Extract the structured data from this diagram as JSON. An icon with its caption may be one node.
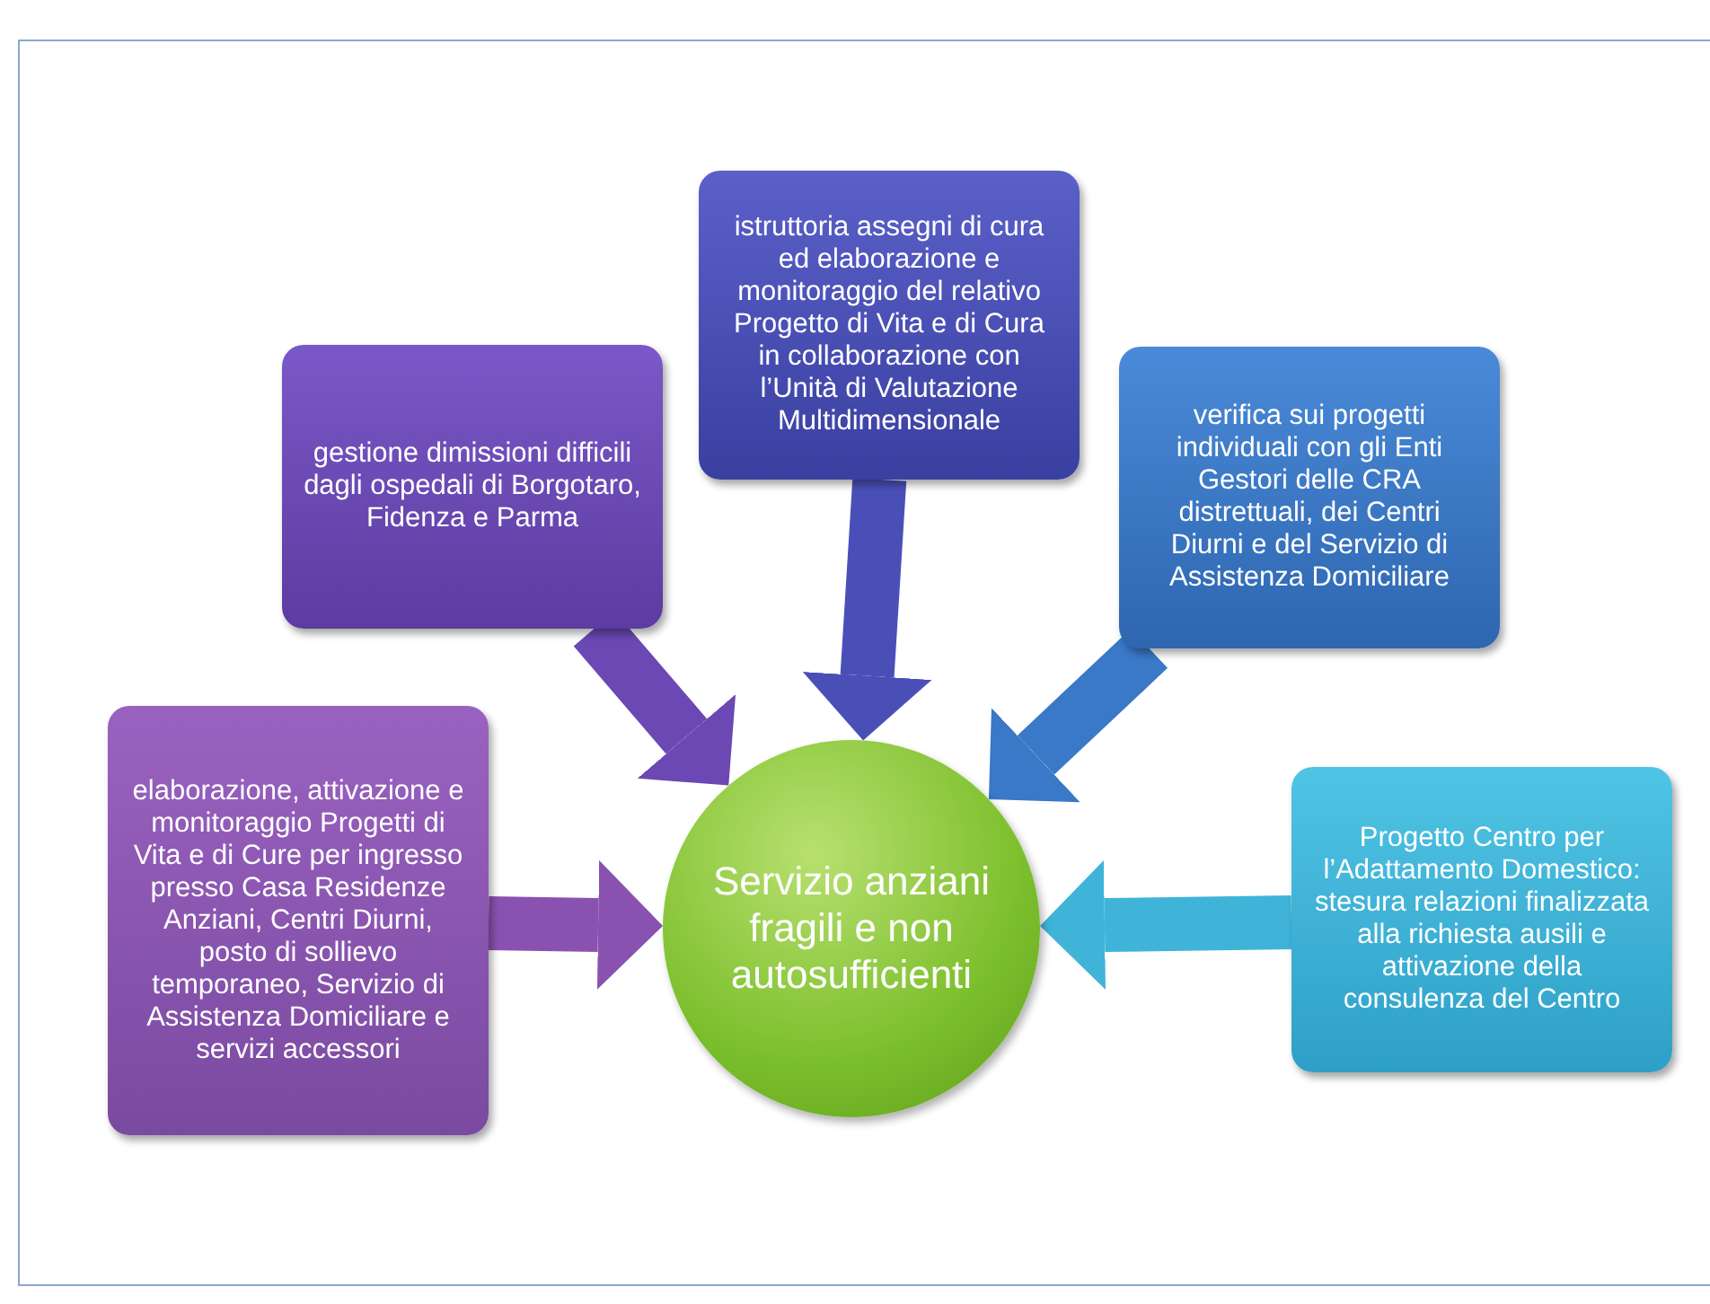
{
  "diagram": {
    "nodes": [
      {
        "text": [
          "Servizio anziani fragili e non autosufficienti"
        ]
      },
      {
        "text": [
          "elaborazione, attivazione e monitoraggio Progetti di Vita e di Cure per ingresso presso Casa Residenze Anziani, Centri Diurni, posto di sollievo temporaneo, Servizio di Assistenza Domiciliare e servizi accessori"
        ]
      },
      {
        "text": [
          "gestione dimissioni difficili dagli ospedali di Borgotaro, Fidenza e Parma"
        ]
      },
      {
        "text": [
          "istruttoria assegni di cura ed elaborazione e monitoraggio del relativo Progetto di Vita e di Cura in collaborazione con l’Unità di Valutazione Multidimensionale"
        ]
      },
      {
        "text": [
          "verifica sui progetti individuali con gli Enti Gestori delle CRA distrettuali, dei Centri Diurni e del Servizio di Assistenza Domiciliare"
        ]
      },
      {
        "text": [
          "Progetto Centro per l’Adattamento Domestico: stesura relazioni finalizzata alla richiesta ausili e attivazione della consulenza del Centro"
        ]
      }
    ],
    "edges": [
      {
        "from": 1,
        "to": 0,
        "arrow": "to",
        "color": "#8a52b0"
      },
      {
        "from": 2,
        "to": 0,
        "arrow": "to",
        "color": "#6b48b4"
      },
      {
        "from": 3,
        "to": 0,
        "arrow": "to",
        "color": "#4a4fb8"
      },
      {
        "from": 4,
        "to": 0,
        "arrow": "to",
        "color": "#3a78c8"
      },
      {
        "from": 5,
        "to": 0,
        "arrow": "to",
        "color": "#40b4d8"
      }
    ]
  }
}
